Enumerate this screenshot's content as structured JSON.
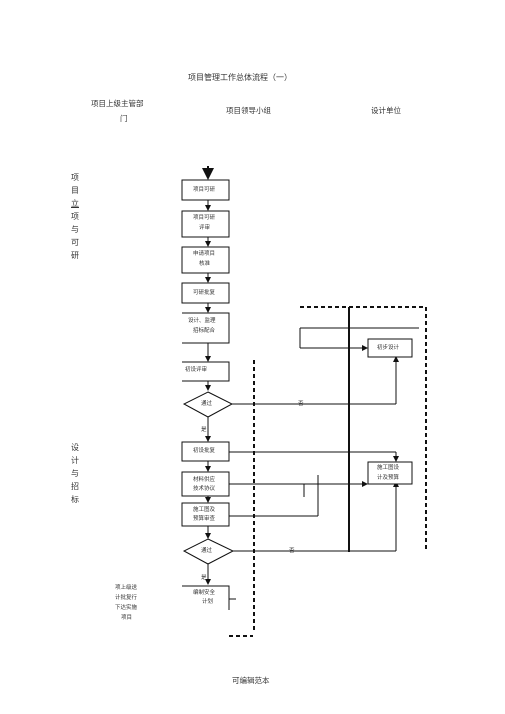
{
  "title": "项目管理工作总体流程（一）",
  "columns": {
    "col1_line1": "项目上级主管部",
    "col1_line2": "门",
    "col2": "项目领导小组",
    "col3": "设计单位"
  },
  "phases": {
    "phase1": [
      "项",
      "目",
      "立",
      "项",
      "与",
      "可",
      "研"
    ],
    "phase2": [
      "设",
      "计",
      "与",
      "招",
      "标"
    ]
  },
  "boxes": {
    "b1": "项目可研",
    "b2a": "项目可研",
    "b2b": "评审",
    "b3a": "申请项目",
    "b3b": "核准",
    "b4": "可研批复",
    "b5a": "设计、监理",
    "b5b": "招标配合",
    "b6": "初设评审",
    "d1": "通过",
    "b7": "初设批复",
    "b8a": "材料供应",
    "b8b": "技术协议",
    "b9a": "施工图及",
    "b9b": "预算审查",
    "d2": "通过",
    "b10a": "编制安全",
    "b10b": "计划",
    "r1": "初步设计",
    "r2a": "施工图设",
    "r2b": "计及预算"
  },
  "edge_labels": {
    "yes1": "是",
    "no1": "否",
    "no2": "否",
    "yes2": "是"
  },
  "note": {
    "l1": "项上级送",
    "l2": "计批复行",
    "l3": "下达实施",
    "l4": "项目"
  },
  "footer": "可编辑范本"
}
